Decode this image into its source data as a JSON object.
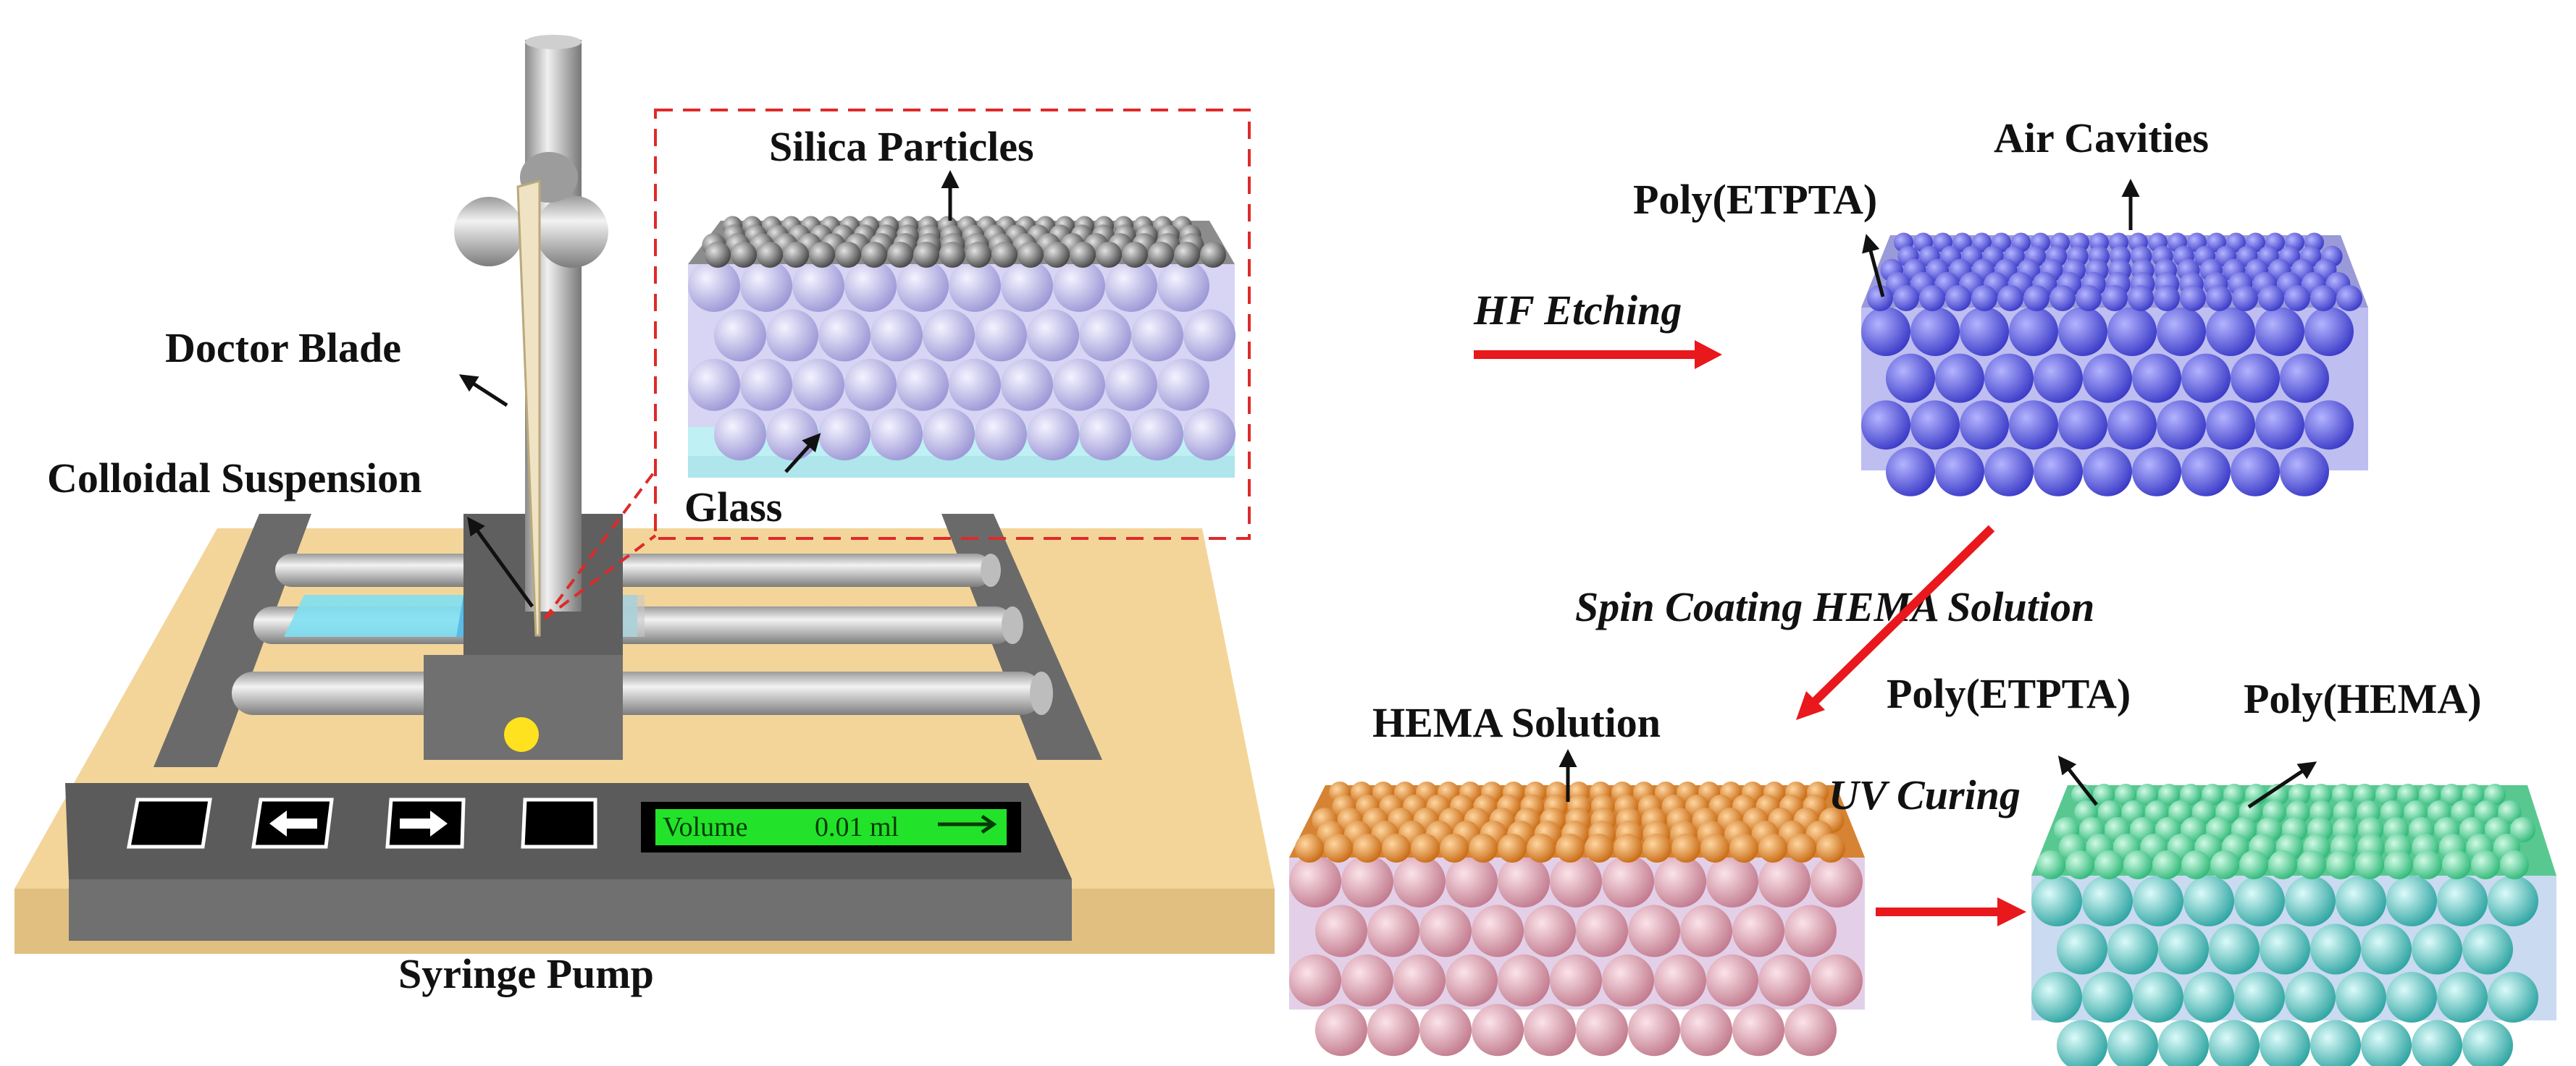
{
  "labels": {
    "silica_particles": "Silica Particles",
    "doctor_blade": "Doctor Blade",
    "colloidal_suspension": "Colloidal Suspension",
    "glass": "Glass",
    "syringe_pump": "Syringe Pump",
    "hf_etching": "HF Etching",
    "air_cavities": "Air Cavities",
    "poly_etpta_top": "Poly(ETPTA)",
    "spin_coating": "Spin Coating HEMA Solution",
    "hema_solution": "HEMA Solution",
    "poly_etpta_bottom": "Poly(ETPTA)",
    "poly_hema": "Poly(HEMA)",
    "uv_curing": "UV Curing"
  },
  "pump_display": {
    "volume_label": "Volume",
    "volume_value": "0.01 ml"
  },
  "colors": {
    "background": "#ffffff",
    "pump_base": "#f3d59a",
    "pump_body": "#6d6d6d",
    "display_green": "#22e32a",
    "arrow_red": "#e8181c",
    "inset_dash": "#dd2a2a",
    "glass_layer": "#bff0f4",
    "silica_sphere": "#c9c6ef",
    "cavity_sphere": "#5a5ae6",
    "hema_top": "#f19a3e",
    "hema_sphere": "#e6a8b4",
    "poly_hema_top": "#6fe0a6",
    "poly_hema_sphere": "#6fd6d2",
    "knob_yellow": "#ffe21f"
  },
  "icons": [
    "left-arrow-icon",
    "right-arrow-icon",
    "long-arrow-icon"
  ]
}
